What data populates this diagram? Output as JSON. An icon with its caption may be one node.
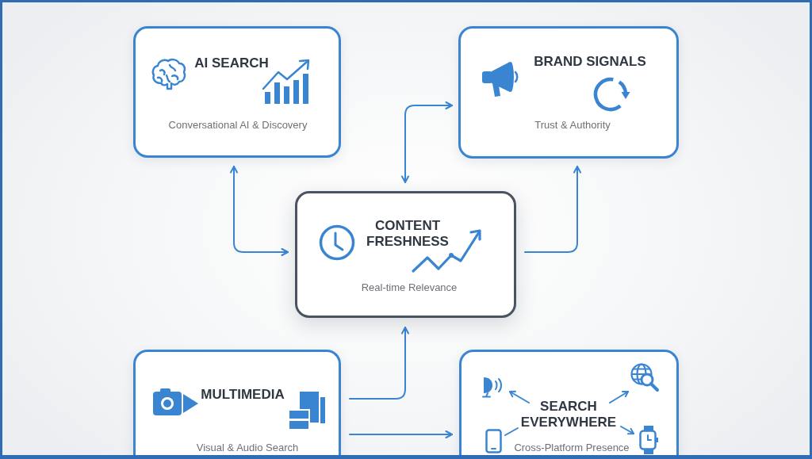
{
  "diagram": {
    "nodes": [
      {
        "text": [
          "AI SEARCH",
          "Conversational AI & Discovery"
        ]
      },
      {
        "text": [
          "BRAND SIGNALS",
          "Trust & Authority"
        ]
      },
      {
        "text": [
          "CONTENT FRESHNESS",
          "Real-time Relevance"
        ]
      },
      {
        "text": [
          "MULTIMEDIA",
          "Visual & Audio Search"
        ]
      },
      {
        "text": [
          "SEARCH EVERYWHERE",
          "Cross-Platform Presence"
        ]
      }
    ],
    "edges": [
      {
        "from": 0,
        "to": 2,
        "arrow": "both"
      },
      {
        "from": 2,
        "to": 1,
        "arrow": "both"
      },
      {
        "from": 2,
        "to": 1,
        "arrow": "to"
      },
      {
        "from": 3,
        "to": 2,
        "arrow": "to"
      },
      {
        "from": 3,
        "to": 4,
        "arrow": "to"
      }
    ]
  }
}
